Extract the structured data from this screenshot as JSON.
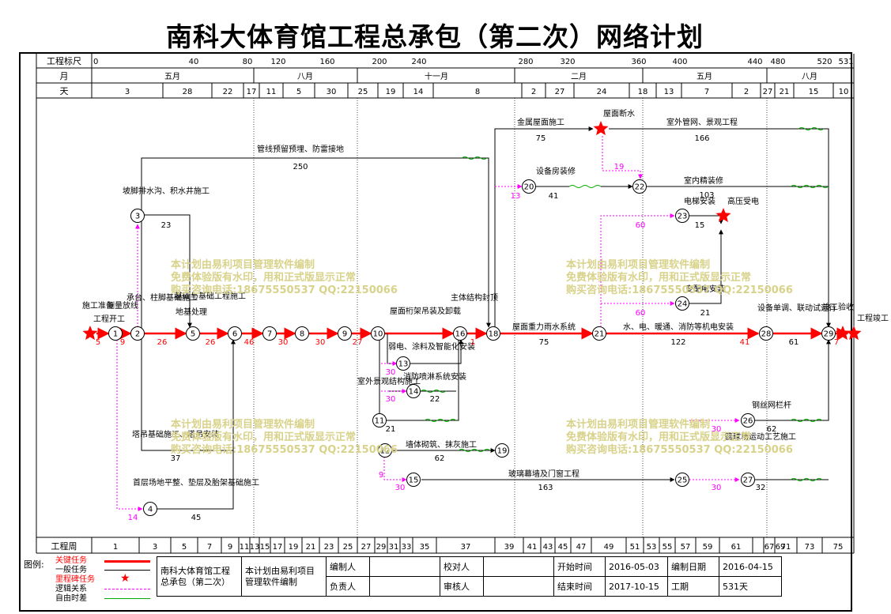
{
  "title": "南科大体育馆工程总承包（第二次）网络计划",
  "scale": {
    "label": "工程标尺",
    "ticks": [
      "0",
      "40",
      "80",
      "120",
      "160",
      "200",
      "240",
      "280",
      "320",
      "360",
      "400",
      "440",
      "480",
      "520",
      "531"
    ]
  },
  "month_row": {
    "label": "月",
    "months": [
      "五月",
      "八月",
      "十一月",
      "二月",
      "五月",
      "八月"
    ]
  },
  "day_row": {
    "label": "天",
    "days": [
      "3",
      "28",
      "22",
      "17",
      "11",
      "5",
      "30",
      "25",
      "19",
      "14",
      "8",
      "2",
      "27",
      "24",
      "18",
      "13",
      "7",
      "2",
      "27",
      "21",
      "15",
      "10"
    ]
  },
  "week_row": {
    "label": "工程周",
    "weeks": [
      "1",
      "3",
      "5",
      "7",
      "9",
      "11",
      "13",
      "15",
      "17",
      "19",
      "21",
      "23",
      "25",
      "27",
      "29",
      "31",
      "33",
      "35",
      "37",
      "39",
      "41",
      "43",
      "45",
      "47",
      "49",
      "51",
      "53",
      "55",
      "57",
      "59",
      "61",
      "67",
      "69",
      "71",
      "73",
      "75"
    ]
  },
  "nodes": [
    "1",
    "2",
    "3",
    "4",
    "5",
    "6",
    "7",
    "8",
    "9",
    "10",
    "11",
    "12",
    "13",
    "14",
    "15",
    "16",
    "18",
    "19",
    "20",
    "21",
    "22",
    "23",
    "24",
    "25",
    "26",
    "27",
    "28",
    "29"
  ],
  "activities": {
    "a_gj": "管线预留预埋、防雷接地",
    "a_gj_d": "250",
    "a_pj": "坡脚排水沟、积水井施工",
    "a_pj_d": "23",
    "a_tb": "塔吊基础施工、塔吊安装",
    "a_tb_d": "37",
    "a_sc": "首层场地平整、垫层及胎架基础施工",
    "a_sc_d": "45",
    "a_jsw": "金属屋面施工",
    "a_jsw_d": "75",
    "a_swgw": "室外管网、景观工程",
    "a_swgw_d": "166",
    "a_sbf": "设备房装修",
    "a_sbf_d": "41",
    "a_snj": "室内精装修",
    "a_snj_d": "103",
    "a_dt": "电梯安装",
    "a_dt_d": "15",
    "a_pdd": "变配电安装",
    "a_pdd_d": "21",
    "a_gyd": "高压受电",
    "a_wmd": "屋面断水",
    "a_hj": "屋面桁架吊装及卸载",
    "a_zl": "屋面重力雨水系统",
    "a_zl_d": "75",
    "a_sd": "水、电、暖通、消防等机电安装",
    "a_sd_d": "122",
    "a_sb": "设备单调、联动试运行",
    "a_sb_d": "61",
    "a_qt": "墙体砌筑、抹灰施工",
    "a_qt_d": "62",
    "a_bl": "玻璃幕墙及门窗工程",
    "a_bl_d": "163",
    "a_glw": "钢丝网栏杆",
    "a_glw_d": "62",
    "a_lgz": "篮球场运动工艺施工",
    "a_lgz_d": "32",
    "a_zj": "主体结构封顶",
    "a_kg": "工程开工",
    "a_wg": "工程竣工",
    "a_jg": "竣工验收",
    "a_sw": "施工准备",
    "a_cl": "测量放线",
    "a_ct": "承台、柱脚基础施工",
    "a_jc": "基础与基础工程施工",
    "a_dj": "地基处理",
    "a_ws": "室外景观结构施工",
    "a_ws_d": "21",
    "a_xf": "消防喷淋系统安装",
    "a_xf_d": "22",
    "a_cs": "弱电、涂料及智能化安装",
    "a_cs_d": "30",
    "d_r1": "5",
    "d_r2": "9",
    "d_r3": "26",
    "d_r4": "26",
    "d_r5": "46",
    "d_r6": "30",
    "d_r7": "30",
    "d_r8": "27",
    "d_r9": "1",
    "d_r10": "41",
    "d_r11": "7",
    "lag_19": "19",
    "lag_13": "13",
    "lag_60a": "60",
    "lag_60b": "60",
    "lag_30a": "30",
    "lag_30b": "30",
    "lag_30c": "30",
    "lag_14": "14",
    "lag_30d": "30",
    "lag_9": "9"
  },
  "legend": {
    "label": "图例:",
    "items": [
      {
        "text": "关键任务",
        "color": "#ff0000"
      },
      {
        "text": "一般任务",
        "color": "#000000"
      },
      {
        "text": "里程碑任务",
        "color": "#ff0000"
      },
      {
        "text": "逻辑关系",
        "color": "#ff00ff"
      },
      {
        "text": "自由时差",
        "color": "#00aa00"
      }
    ]
  },
  "infotable": {
    "project": "南科大体育馆工程总承包（第二次）",
    "note": "本计划由易利项目管理软件编制",
    "l_bianzhi": "编制人",
    "l_jiaodui": "校对人",
    "l_fuze": "负责人",
    "l_shenhe": "审核人",
    "l_start": "开始时间",
    "v_start": "2016-05-03",
    "l_end": "结束时间",
    "v_end": "2017-10-15",
    "l_bzrq": "编制日期",
    "v_bzrq": "2016-04-15",
    "l_gq": "工期",
    "v_gq": "531天"
  },
  "watermark": [
    "本计划由易利项目管理软件编制",
    "免费体验版有水印，用和正式版显示正常",
    "购买咨询电话:18675550537 QQ:22150066"
  ],
  "colors": {
    "critical": "#ff0000",
    "normal": "#000000",
    "logic": "#ff00ff",
    "float": "#00aa00",
    "watermark": "#d8d28a"
  }
}
